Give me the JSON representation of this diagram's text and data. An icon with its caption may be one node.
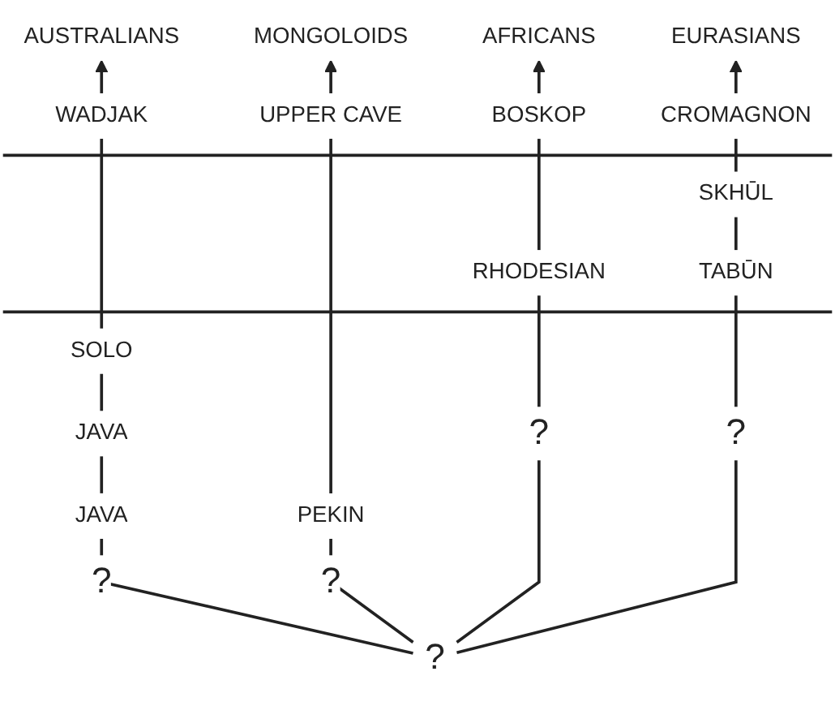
{
  "diagram": {
    "nodes": [
      {
        "text": [
          "AUSTRALIANS"
        ]
      },
      {
        "text": [
          "MONGOLOIDS"
        ]
      },
      {
        "text": [
          "AFRICANS"
        ]
      },
      {
        "text": [
          "EURASIANS"
        ]
      },
      {
        "text": [
          "WADJAK"
        ]
      },
      {
        "text": [
          "UPPER CAVE"
        ]
      },
      {
        "text": [
          "BOSKOP"
        ]
      },
      {
        "text": [
          "CROMAGNON"
        ]
      },
      {
        "text": [
          "SKHŪL"
        ]
      },
      {
        "text": [
          "TABŪN"
        ]
      },
      {
        "text": [
          "RHODESIAN"
        ]
      },
      {
        "text": [
          "SOLO"
        ]
      },
      {
        "text": [
          "JAVA"
        ]
      },
      {
        "text": [
          "PEKIN"
        ]
      },
      {
        "text": [
          "JAVA"
        ]
      },
      {
        "text": [
          "?"
        ]
      }
    ],
    "edges": [
      {
        "from": 15,
        "to": 14,
        "arrow": "none",
        "label": "?"
      },
      {
        "from": 14,
        "to": 12,
        "arrow": "none"
      },
      {
        "from": 12,
        "to": 11,
        "arrow": "none"
      },
      {
        "from": 11,
        "to": 4,
        "arrow": "none"
      },
      {
        "from": 4,
        "to": 0,
        "arrow": "to"
      },
      {
        "from": 15,
        "to": 13,
        "arrow": "none",
        "label": "?"
      },
      {
        "from": 13,
        "to": 5,
        "arrow": "none"
      },
      {
        "from": 5,
        "to": 1,
        "arrow": "to"
      },
      {
        "from": 15,
        "to": 10,
        "arrow": "none",
        "label": "?"
      },
      {
        "from": 10,
        "to": 6,
        "arrow": "none"
      },
      {
        "from": 6,
        "to": 2,
        "arrow": "to"
      },
      {
        "from": 15,
        "to": 9,
        "arrow": "none",
        "label": "?"
      },
      {
        "from": 9,
        "to": 8,
        "arrow": "none"
      },
      {
        "from": 8,
        "to": 7,
        "arrow": "none"
      },
      {
        "from": 7,
        "to": 3,
        "arrow": "to"
      }
    ]
  }
}
